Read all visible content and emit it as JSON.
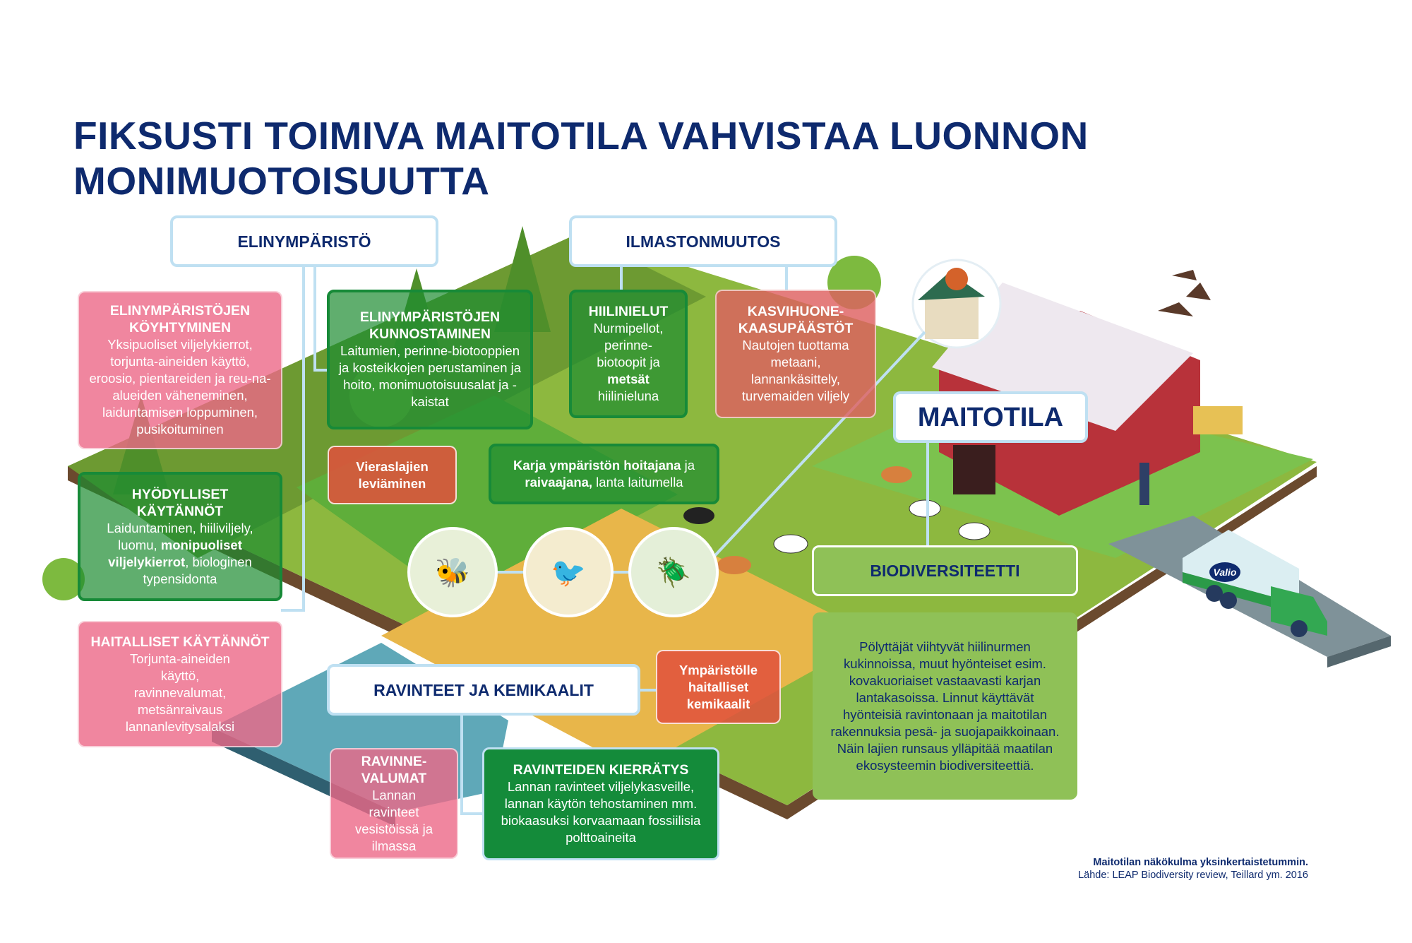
{
  "title": {
    "line1": "FIKSUSTI TOIMIVA MAITOTILA VAHVISTAA LUONNON",
    "line2": "MONIMUOTOISUUTTA"
  },
  "headers": {
    "elinymparisto": "ELINYMPÄRISTÖ",
    "ilmastonmuutos": "ILMASTONMUUTOS",
    "maitotila": "MAITOTILA",
    "biodiversiteetti": "BIODIVERSITEETTI",
    "ravinteet": "RAVINTEET JA KEMIKAALIT"
  },
  "boxes": {
    "koyhtyminen": {
      "heading": "ELINYMPÄRISTÖJEN KÖYHTYMINEN",
      "text": "Yksipuoliset viljelykierrot, torjunta-aineiden käyttö, eroosio, pientareiden ja reu-na-alueiden väheneminen, laiduntamisen loppuminen, pusikoituminen"
    },
    "kunnostaminen": {
      "heading": "ELINYMPÄRISTÖJEN KUNNOSTAMINEN",
      "text": "Laitumien, perinne-biotooppien ja kosteikkojen perustaminen ja hoito, monimuotoisuusalat ja -kaistat"
    },
    "hiilinielut": {
      "heading": "HIILINIELUT",
      "text1": "Nurmipellot, perinne-biotoopit ja ",
      "bold": "metsät",
      "text2": " hiilinieluna"
    },
    "kasvihuone": {
      "heading": "KASVIHUONE-KAASUPÄÄSTÖT",
      "text": "Nautojen tuottama metaani, lannankäsittely, turvemaiden viljely"
    },
    "vieraslajien": {
      "text": "Vieraslajien leviäminen"
    },
    "karja": {
      "bold1": "Karja ympäristön hoitajana",
      "text1": " ja ",
      "bold2": "raivaajana,",
      "text2": " lanta laitumella"
    },
    "hyodylliset": {
      "heading": "HYÖDYLLISET KÄYTÄNNÖT",
      "text1": "Laiduntaminen, hiiliviljely, luomu, ",
      "bold": "monipuoliset viljelykierrot",
      "text2": ", biologinen typensidonta"
    },
    "haitalliset": {
      "heading": "HAITALLISET KÄYTÄNNÖT",
      "text": "Torjunta-aineiden käyttö, ravinnevalumat, metsänraivaus lannanlevitysalaksi"
    },
    "ymparistolle": {
      "text": "Ympäristölle haitalliset kemikaalit"
    },
    "ravinnevalumat": {
      "heading": "RAVINNE-VALUMAT",
      "text": "Lannan ravinteet vesistöissä ja ilmassa"
    },
    "kierratys": {
      "heading": "RAVINTEIDEN KIERRÄTYS",
      "text": "Lannan ravinteet viljelykasveille, lannan käytön tehostaminen mm. biokaasuksi korvaamaan fossiilisia polttoaineita"
    },
    "biodiversiteetti": {
      "text": "Pölyttäjät viihtyvät hiilinurmen kukinnoissa, muut hyönteiset esim. kovakuoriaiset vastaavasti karjan lantakasoissa. Linnut käyttävät hyönteisiä ravintonaan ja maitotilan rakennuksia pesä- ja suojapaikkoinaan. Näin lajien runsaus ylläpitää maatilan ekosysteemin biodiversiteettiä."
    }
  },
  "truck_logo": "Valio",
  "footnote": {
    "line1": "Maitotilan näkökulma yksinkertaistetummin.",
    "line2": "Lähde: LEAP Biodiversity review, Teillard ym. 2016"
  },
  "colors": {
    "navy": "#0e2a6e",
    "pink": "#ec6887",
    "green": "#178a38",
    "red": "#e1503c",
    "lightgreen": "#8fc157",
    "connector": "#bfe0f2"
  }
}
